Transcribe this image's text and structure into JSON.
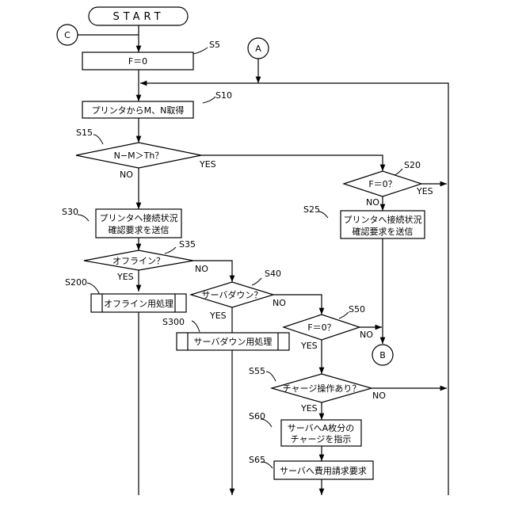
{
  "flowchart": {
    "start": "START",
    "connectors": {
      "c": "C",
      "a": "A",
      "b": "B"
    },
    "steps": {
      "s5": {
        "step": "S5",
        "text": "F＝0"
      },
      "s10": {
        "step": "S10",
        "text": "プリンタからM、N取得"
      },
      "s15": {
        "step": "S15",
        "text": "N−M＞Th？"
      },
      "s20": {
        "step": "S20",
        "text": "F＝0？"
      },
      "s25": {
        "step": "S25",
        "lines": [
          "プリンタへ接続状況",
          "確認要求を送信"
        ]
      },
      "s30": {
        "step": "S30",
        "lines": [
          "プリンタへ接続状況",
          "確認要求を送信"
        ]
      },
      "s35": {
        "step": "S35",
        "text": "オフライン？"
      },
      "s40": {
        "step": "S40",
        "text": "サーバダウン？"
      },
      "s50": {
        "step": "S50",
        "text": "F＝0？"
      },
      "s55": {
        "step": "S55",
        "text": "チャージ操作あり？"
      },
      "s60": {
        "step": "S60",
        "lines": [
          "サーバへA枚分の",
          "チャージを指示"
        ]
      },
      "s65": {
        "step": "S65",
        "text": "サーバへ費用請求要求"
      },
      "s200": {
        "step": "S200",
        "text": "オフライン用処理"
      },
      "s300": {
        "step": "S300",
        "text": "サーバダウン用処理"
      }
    },
    "edge_labels": {
      "yes": "YES",
      "no": "NO"
    }
  }
}
